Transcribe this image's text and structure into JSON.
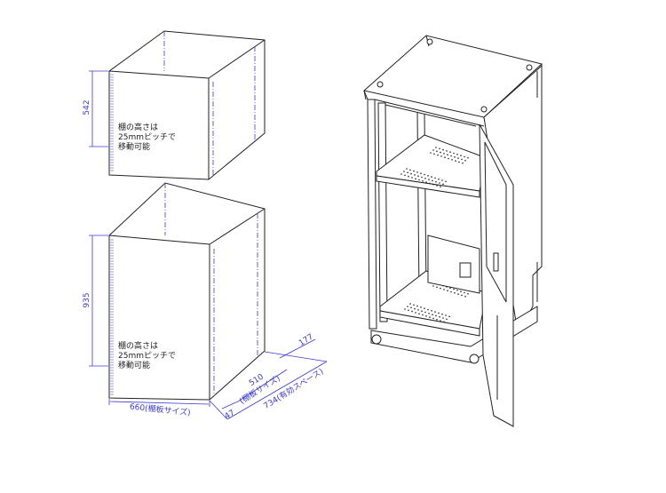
{
  "upper_box": {
    "height_dim": "542",
    "note": [
      "棚の高さは",
      "25mmピッチで",
      "移動可能"
    ]
  },
  "lower_box": {
    "height_dim": "935",
    "note": [
      "棚の高さは",
      "25mmピッチで",
      "移動可能"
    ],
    "width_dim": "660(棚板サイズ)",
    "depth_dim": "510",
    "depth_sub": "(棚板サイズ)",
    "depth_total": "734(有効スペース)",
    "offset_front": "47",
    "offset_back": "177"
  },
  "colors": {
    "line": "#222222",
    "dimension": "#3b3bd6",
    "background": "#ffffff"
  }
}
